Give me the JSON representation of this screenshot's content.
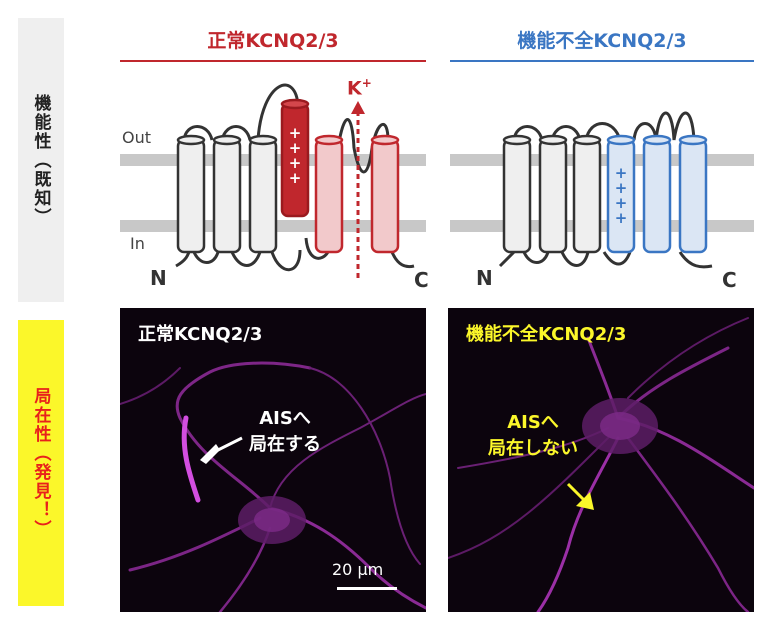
{
  "side": {
    "known": "機能性（既知）",
    "local": "局在性（発見！）"
  },
  "normal": {
    "title": "正常KCNQ2/3",
    "color": "#c0272d",
    "ion": "K",
    "ion_charge": "+",
    "charge": "+ + + +",
    "panel_title": "正常KCNQ2/3",
    "annotation_1": "AISへ",
    "annotation_2": "局在する"
  },
  "dysfunctional": {
    "title": "機能不全KCNQ2/3",
    "color": "#3a76c3",
    "charge": "+ + + +",
    "panel_title": "機能不全KCNQ2/3",
    "annotation_1": "AISへ",
    "annotation_2": "局在しない"
  },
  "membrane": {
    "out": "Out",
    "in": "In",
    "n_terminal": "N",
    "c_terminal": "C"
  },
  "scale_bar": "20 µm"
}
